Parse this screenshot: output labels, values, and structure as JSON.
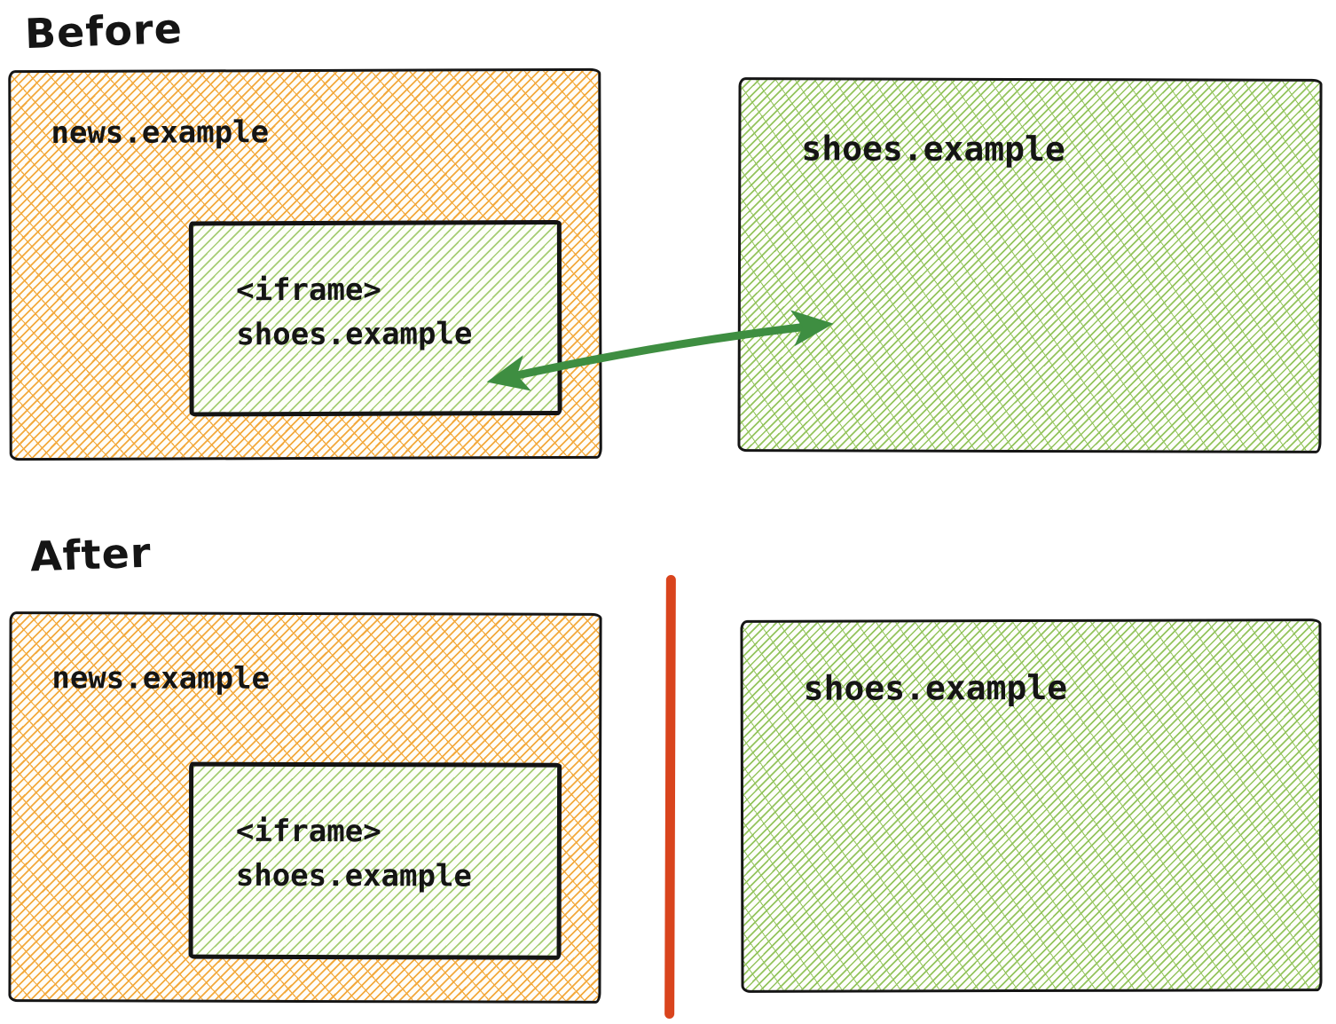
{
  "diagram": {
    "title_before": "Before",
    "title_after": "After",
    "before": {
      "news_box": {
        "label": "news.example",
        "iframe_box": {
          "tag_line": "<iframe>",
          "domain_line": "shoes.example"
        }
      },
      "shoes_box": {
        "label": "shoes.example"
      }
    },
    "after": {
      "news_box": {
        "label": "news.example",
        "iframe_box": {
          "tag_line": "<iframe>",
          "domain_line": "shoes.example"
        }
      },
      "shoes_box": {
        "label": "shoes.example"
      }
    },
    "colors": {
      "orange_hatch": "#f3a93c",
      "green_hatch": "#93c45d",
      "iframe_green": "#a6cd74",
      "arrow_green": "#3e8e41",
      "separator_red": "#d9441d",
      "ink": "#151515"
    }
  }
}
